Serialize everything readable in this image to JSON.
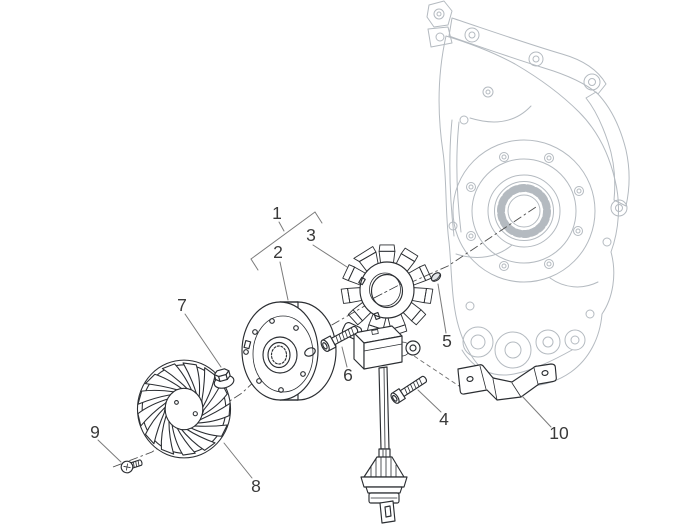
{
  "diagram": {
    "type": "exploded-parts-diagram",
    "callouts": [
      {
        "number": "1",
        "part": "magneto-assembly-group"
      },
      {
        "number": "2",
        "part": "flywheel-rotor"
      },
      {
        "number": "3",
        "part": "stator-with-coils"
      },
      {
        "number": "4",
        "part": "screw-long"
      },
      {
        "number": "5",
        "part": "dowel-pin"
      },
      {
        "number": "6",
        "part": "screw-short"
      },
      {
        "number": "7",
        "part": "flanged-nut"
      },
      {
        "number": "8",
        "part": "cooling-fan"
      },
      {
        "number": "9",
        "part": "self-tapping-screw"
      },
      {
        "number": "10",
        "part": "support-bracket"
      }
    ],
    "colors": {
      "background": "#ffffff",
      "part_line": "#2b2e32",
      "backdrop_line": "#b4bac0",
      "coil_dark": "#1d1f22",
      "leader_line": "#7b7b7b",
      "centerline": "#4d4d4d",
      "label_text": "#3a3a3a"
    }
  }
}
